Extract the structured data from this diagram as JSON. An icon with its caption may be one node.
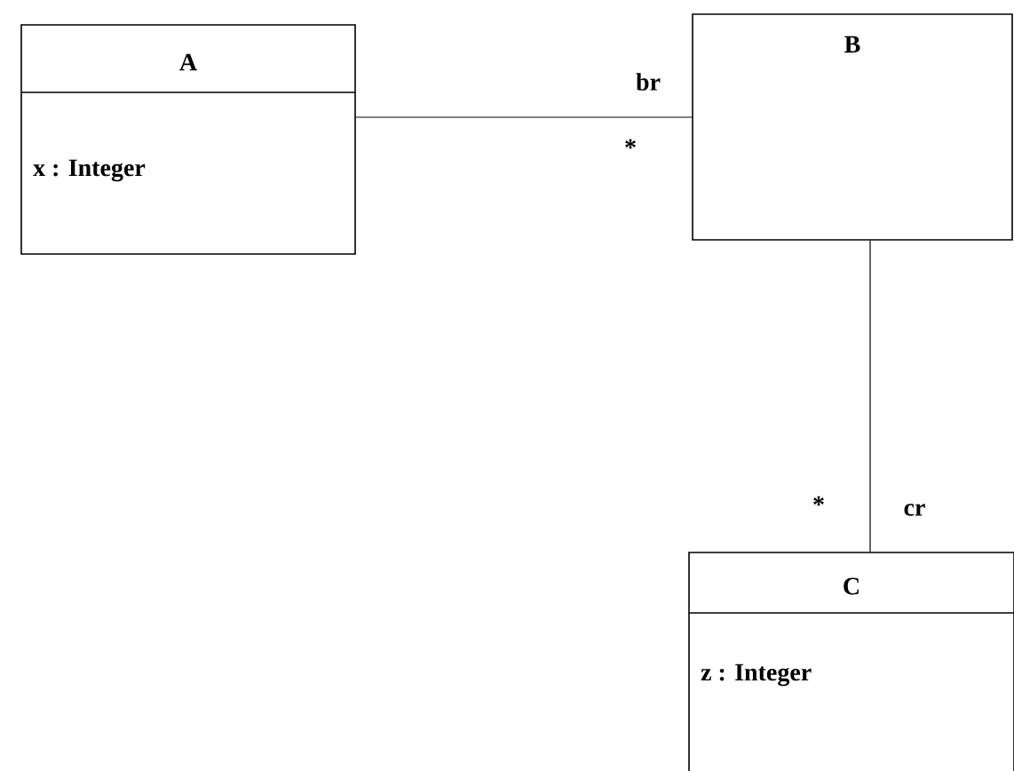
{
  "diagram": {
    "nodes": [
      {
        "text": [
          "A",
          "x : Integer"
        ]
      },
      {
        "text": [
          "B"
        ]
      },
      {
        "text": [
          "C",
          "z : Integer"
        ]
      }
    ],
    "edges": [
      {
        "from": 0,
        "to": 1,
        "arrow": "none",
        "label": "br"
      },
      {
        "from": 1,
        "to": 2,
        "arrow": "none",
        "label": "cr"
      }
    ],
    "labels": [
      "*",
      "*"
    ]
  }
}
